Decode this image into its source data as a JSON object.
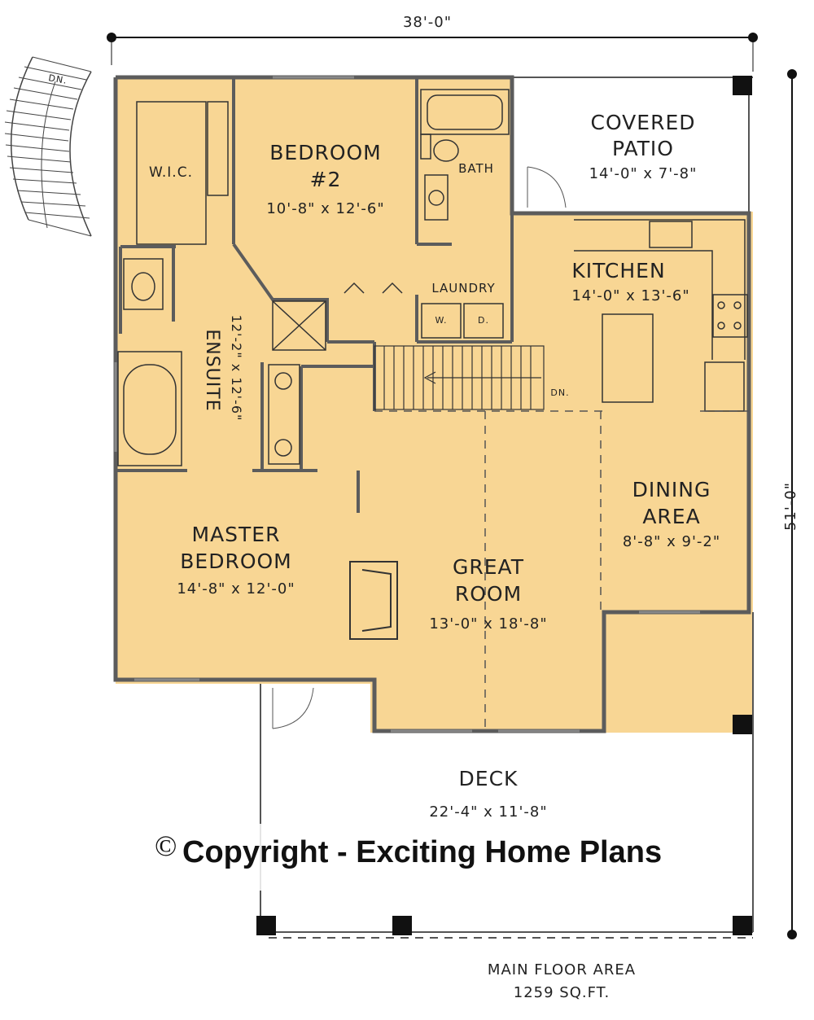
{
  "overall": {
    "width": "38'-0\"",
    "depth": "51'-0\""
  },
  "rooms": {
    "bedroom2": {
      "name": "BEDROOM",
      "number": "#2",
      "size": "10'-8\" x 12'-6\""
    },
    "wic": {
      "name": "W.I.C."
    },
    "bath": {
      "name": "BATH"
    },
    "laundry": {
      "name": "LAUNDRY",
      "washer": "W.",
      "dryer": "D."
    },
    "covered_patio": {
      "name_line1": "COVERED",
      "name_line2": "PATIO",
      "size": "14'-0\" x 7'-8\""
    },
    "kitchen": {
      "name": "KITCHEN",
      "size": "14'-0\" x 13'-6\""
    },
    "ensuite": {
      "name": "ENSUITE",
      "size": "12'-2\" x 12'-6\""
    },
    "dining": {
      "name_line1": "DINING",
      "name_line2": "AREA",
      "size": "8'-8\" x 9'-2\""
    },
    "master": {
      "name_line1": "MASTER",
      "name_line2": "BEDROOM",
      "size": "14'-8\" x 12'-0\""
    },
    "great_room": {
      "name_line1": "GREAT",
      "name_line2": "ROOM",
      "size": "13'-0\" x 18'-8\""
    },
    "deck": {
      "name": "DECK",
      "size": "22'-4\" x 11'-8\""
    }
  },
  "stairs": {
    "interior_label": "DN.",
    "exterior_label": "DN."
  },
  "copyright": {
    "symbol": "©",
    "text": "Copyright - Exciting Home Plans"
  },
  "floor_area": {
    "line1": "MAIN FLOOR AREA",
    "line2": "1259 SQ.FT."
  },
  "colors": {
    "room_fill": "#f8d694",
    "wall": "#5c5c5c",
    "line": "#222222",
    "background": "#ffffff"
  }
}
